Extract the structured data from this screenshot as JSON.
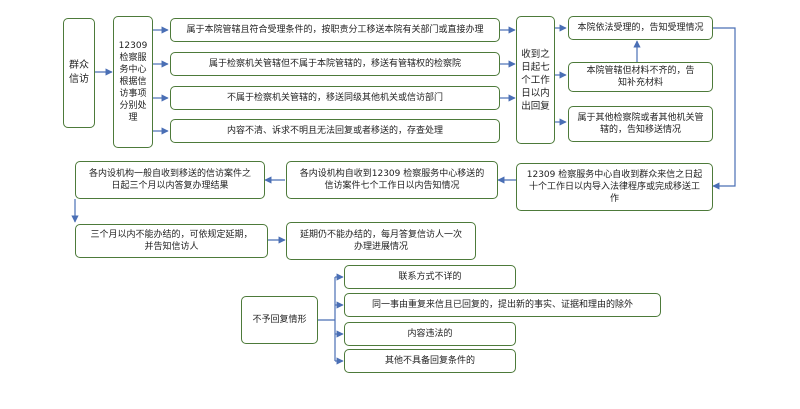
{
  "colors": {
    "border": "#4d7a3a",
    "arrow": "#4a6fb5"
  },
  "start": {
    "text": "群众信访"
  },
  "center": {
    "text": "12309检察服务中心根据信访事项分别处理"
  },
  "branches": [
    {
      "text": "属于本院管辖且符合受理条件的，按职责分工移送本院有关部门或直接办理"
    },
    {
      "text": "属于检察机关管辖但不属于本院管辖的，移送有管辖权的检察院"
    },
    {
      "text": "不属于检察机关管辖的，移送同级其他机关或信访部门"
    },
    {
      "text": "内容不清、诉求不明且无法回复或者移送的，存查处理"
    }
  ],
  "deadline": {
    "text": "收到之日起七个工作日以内出回复"
  },
  "results": [
    {
      "text": "本院依法受理的，告知受理情况"
    },
    {
      "text": "本院管辖但材料不齐的，告知补充材料"
    },
    {
      "text": "属于其他检察院或者其他机关管辖的，告知移送情况"
    }
  ],
  "flow": [
    {
      "text": "12309 检察服务中心自收到群众来信之日起十个工作日以内导入法律程序或完成移送工作"
    },
    {
      "text": "各内设机构自收到12309 检察服务中心移送的信访案件七个工作日以内告知情况"
    },
    {
      "text": "各内设机构一般自收到移送的信访案件之日起三个月以内答复办理结果"
    },
    {
      "text": "三个月以内不能办结的，可依规定延期，并告知信访人"
    },
    {
      "text": "延期仍不能办结的，每月答复信访人一次办理进展情况"
    }
  ],
  "no_reply": {
    "label": "不予回复情形",
    "items": [
      {
        "text": "联系方式不详的"
      },
      {
        "text": "同一事由重复来信且已回复的，提出新的事实、证据和理由的除外"
      },
      {
        "text": "内容违法的"
      },
      {
        "text": "其他不具备回复条件的"
      }
    ]
  }
}
